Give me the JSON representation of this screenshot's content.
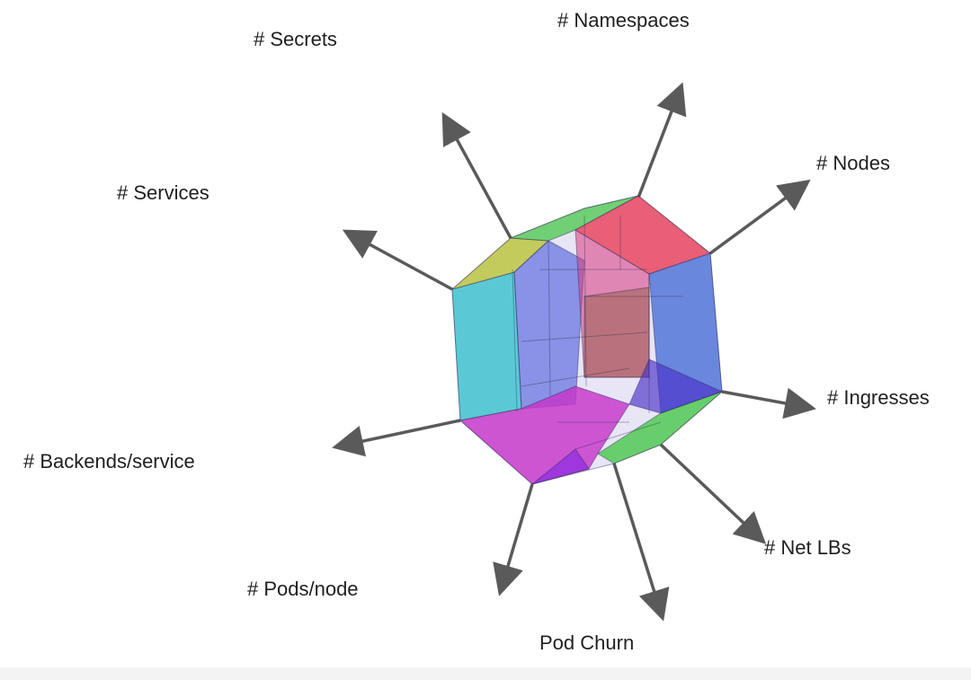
{
  "colors": {
    "arrow": "#5a5a5a",
    "label": "#1f1f1f",
    "yellow_green": "#b9c437",
    "green": "#3ec63e",
    "red": "#e8415a",
    "blue": "#4a6fd8",
    "cyan": "#41c4cf",
    "magenta": "#c735c9",
    "violet": "#8a2be2",
    "brown": "#8a5a3a"
  },
  "dimensions": [
    {
      "key": "namespaces",
      "label": "# Namespaces"
    },
    {
      "key": "secrets",
      "label": "# Secrets"
    },
    {
      "key": "nodes",
      "label": "# Nodes"
    },
    {
      "key": "services",
      "label": "# Services"
    },
    {
      "key": "ingresses",
      "label": "# Ingresses"
    },
    {
      "key": "backends",
      "label": "# Backends/service"
    },
    {
      "key": "netlbs",
      "label": "# Net LBs"
    },
    {
      "key": "podsnode",
      "label": "# Pods/node"
    },
    {
      "key": "podchurn",
      "label": "Pod Churn"
    }
  ]
}
